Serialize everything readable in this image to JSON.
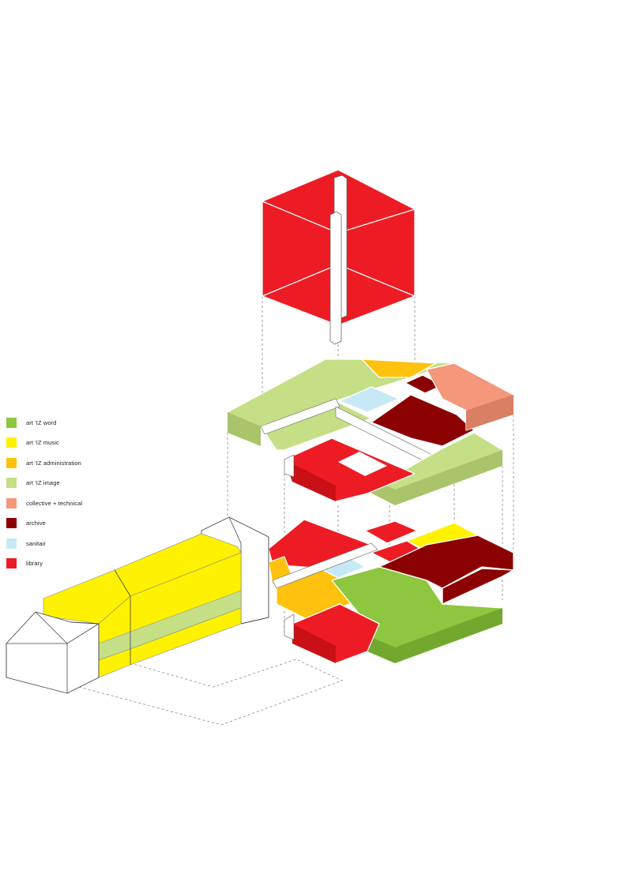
{
  "legend": {
    "items": [
      {
        "label": "art 'IZ word",
        "color": "#8dc63f"
      },
      {
        "label": "art 'IZ music",
        "color": "#fff200"
      },
      {
        "label": "art 'IZ administration",
        "color": "#ffc20e"
      },
      {
        "label": "art 'IZ image",
        "color": "#c5df86"
      },
      {
        "label": "collective + technical",
        "color": "#f4977b"
      },
      {
        "label": "archive",
        "color": "#8b0000"
      },
      {
        "label": "sanitair",
        "color": "#c6e9f5"
      },
      {
        "label": "library",
        "color": "#ed1c24"
      }
    ]
  }
}
